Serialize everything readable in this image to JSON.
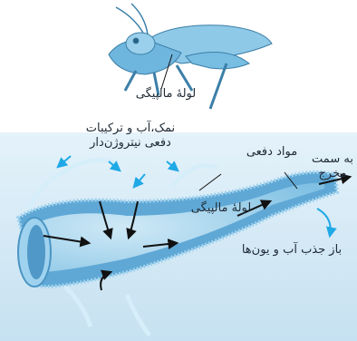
{
  "labels": {
    "insect_malpighian": "لولۀ مالپیگی",
    "inputs_line1": "نمک،آب و ترکیبات",
    "inputs_line2": "دفعی نیتروژن‌دار",
    "tube_malpighian": "لولۀ مالپیگی",
    "excretory_material": "مواد دفعی",
    "to_exit_line1": "به سمت",
    "to_exit_line2": "مخرج",
    "reabsorption": "باز جذب آب و یون‌ها"
  },
  "colors": {
    "background": "#cfe6f3",
    "tube": "#6fb6de",
    "tube_inner": "#b9def1",
    "arrow_black": "#111111",
    "arrow_cyan": "#1fa9e6",
    "grasshopper": "#7cc0e4"
  },
  "icons": [
    "grasshopper-illustration",
    "malpighian-tubule-illustration"
  ]
}
